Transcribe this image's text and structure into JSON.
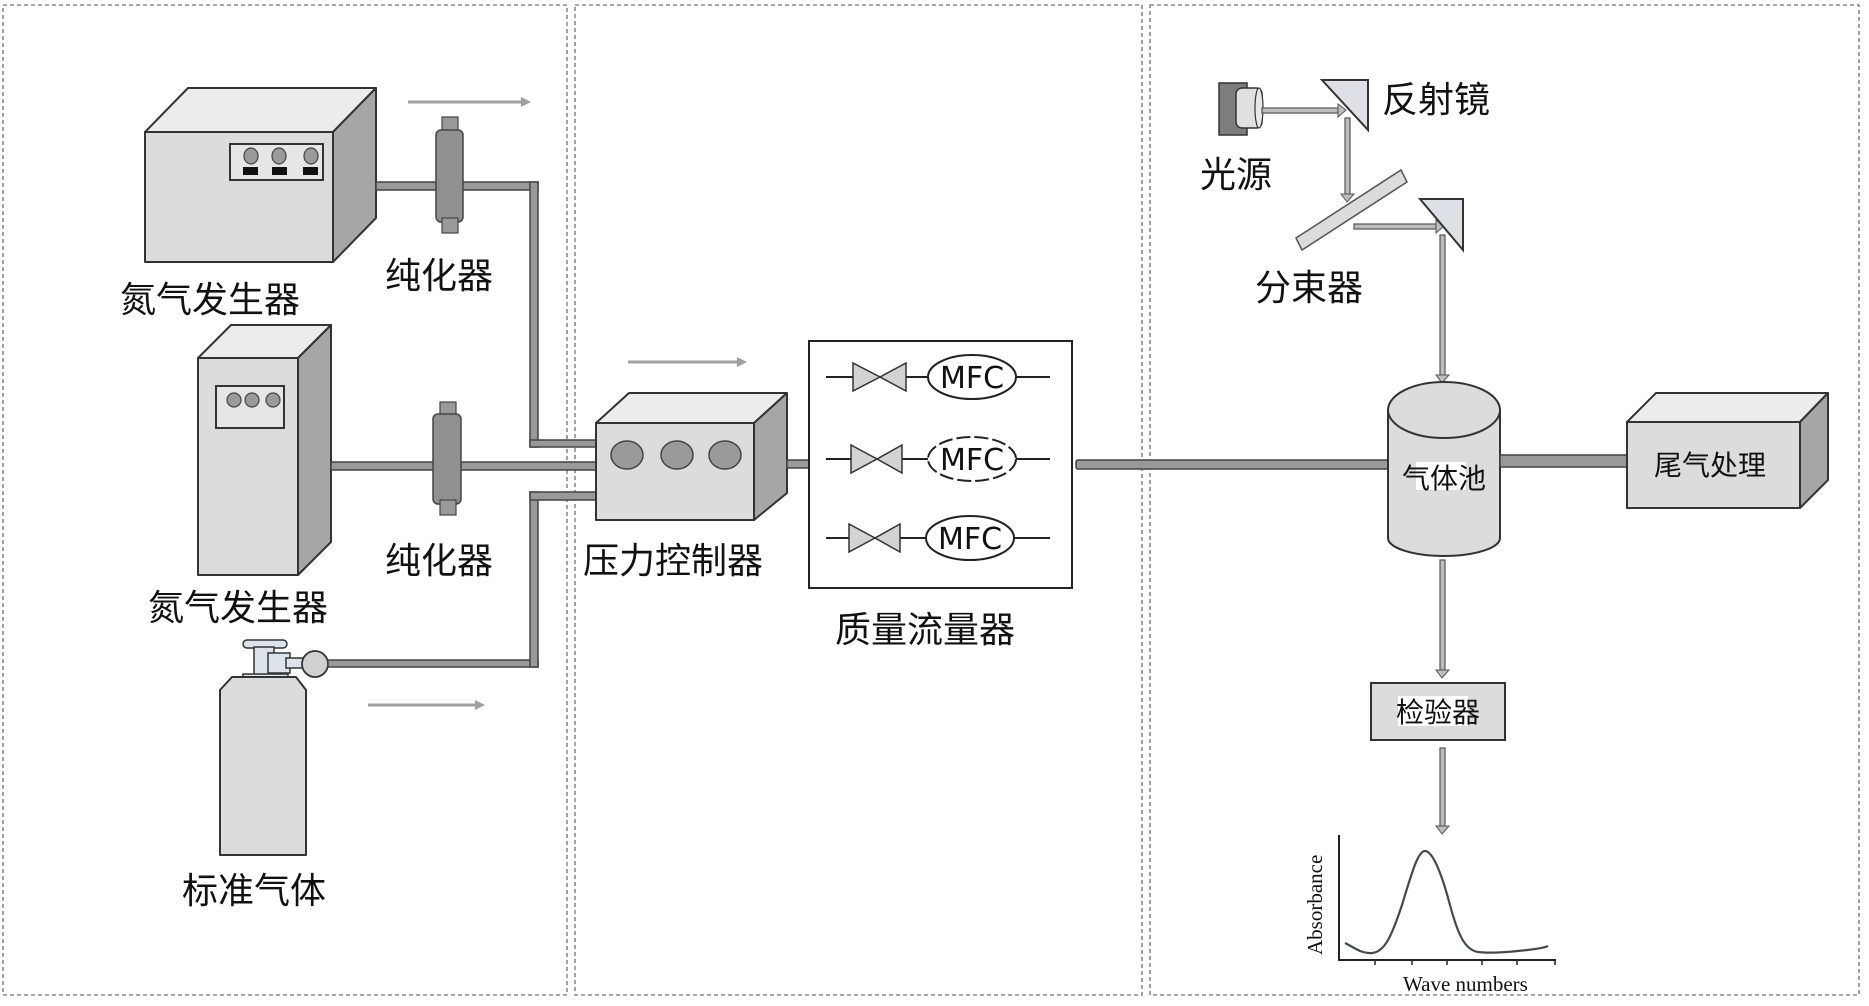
{
  "diagram": {
    "title": "",
    "panels": [
      "gas-supply",
      "flow-control",
      "ftir-detection"
    ],
    "labels": {
      "n2_generator_1": "氮气发生器",
      "purifier_1": "纯化器",
      "n2_generator_2": "氮气发生器",
      "purifier_2": "纯化器",
      "standard_gas": "标准气体",
      "pressure_controller": "压力控制器",
      "mass_flow_meter": "质量流量器",
      "mfc_units": [
        "MFC",
        "MFC",
        "MFC"
      ],
      "light_source": "光源",
      "reflector": "反射镜",
      "beam_splitter": "分束器",
      "gas_cell": "气体池",
      "exhaust_treatment": "尾气处理",
      "detector": "检验器"
    },
    "spectrum": {
      "ylabel": "Absorbance",
      "xlabel": "Wave numbers",
      "shape": "single absorption peak"
    },
    "colors": {
      "equipment_fill": "#dcdcdc",
      "equipment_side": "#a6a6a6",
      "pipe": "#999999",
      "outline": "#333333",
      "panel_border": "#8a8a8a"
    }
  }
}
